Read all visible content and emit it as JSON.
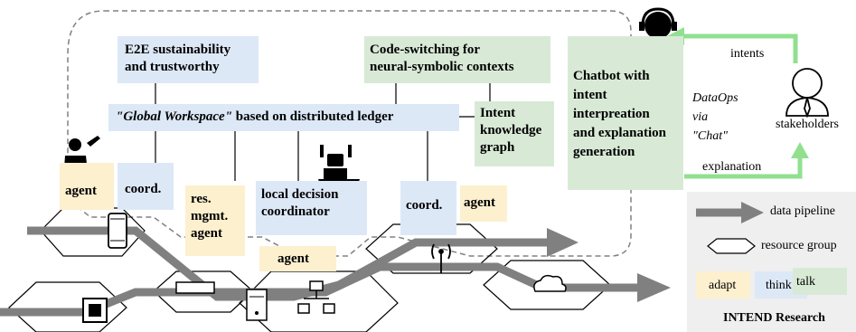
{
  "boxes": {
    "e2e": "E2E sustainability\nand trustworthy",
    "code_switching": "Code-switching for\nneural-symbolic contexts",
    "workspace_italic": "\"Global Workspace\"",
    "workspace_rest": " based on distributed ledger",
    "intent_graph": "Intent\nknowledge\ngraph",
    "chatbot": "Chatbot with\nintent\ninterpreation\nand explanation\ngeneration",
    "agent_left": "agent",
    "coord_left": "coord.",
    "res_mgmt_agent": "res.\nmgmt.\nagent",
    "local_decision": "local decision\ncoordinator",
    "agent_center": "agent",
    "coord_right": "coord.",
    "agent_right": "agent"
  },
  "flows": {
    "intents": "intents",
    "explanation": "explanation",
    "dataops": "DataOps\nvia\n\"Chat\"",
    "stakeholders": "stakeholders"
  },
  "legend": {
    "data_pipeline": "data pipeline",
    "resource_group": "resource group",
    "adapt": "adapt",
    "think": "think",
    "talk": "talk",
    "research": "INTEND Research"
  },
  "colors": {
    "think": "#dde8f7",
    "talk": "#d8ead6",
    "adapt": "#fdf0cf",
    "pipeline": "#808080",
    "flow_arrow": "#90e090",
    "legend_bg": "#efefef"
  },
  "icons": [
    "headset-operator-icon",
    "stakeholder-person-icon",
    "technician-icon",
    "robot-icon",
    "smartphone-icon",
    "chip-icon",
    "router-icon",
    "server-icon",
    "network-icon",
    "cloud-icon",
    "antenna-icon"
  ]
}
